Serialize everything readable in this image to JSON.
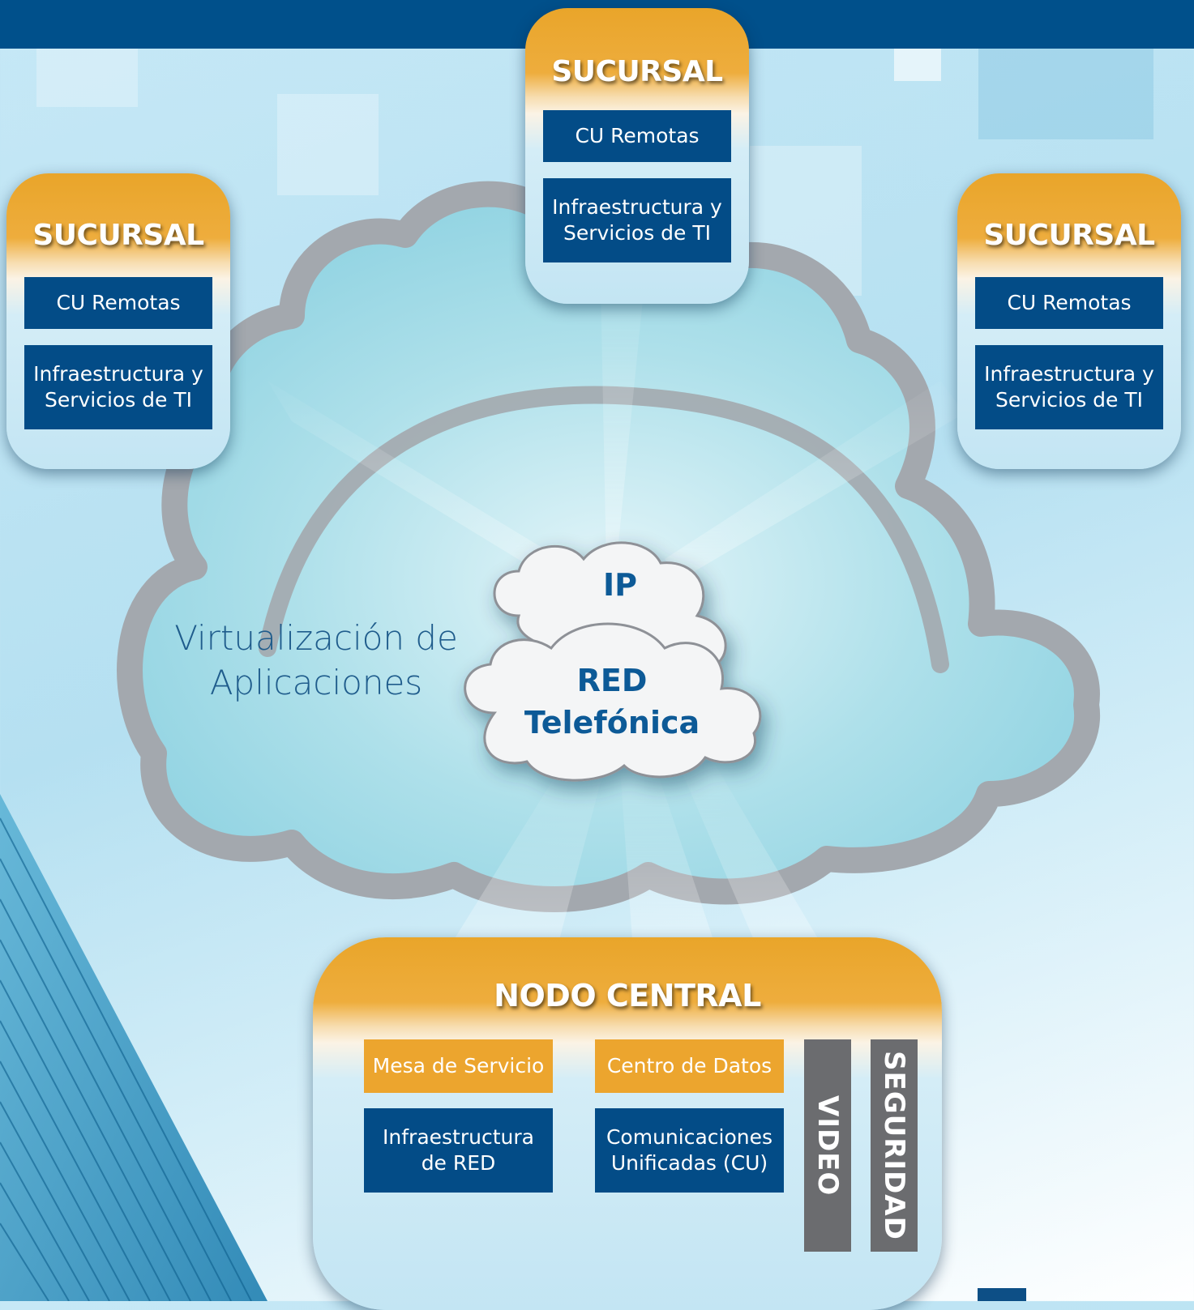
{
  "branches": [
    {
      "title": "SUCURSAL",
      "remote_label": "CU Remotas",
      "infra_label": "Infraestructura y Servicios de TI"
    },
    {
      "title": "SUCURSAL",
      "remote_label": "CU Remotas",
      "infra_label": "Infraestructura y Servicios de TI"
    },
    {
      "title": "SUCURSAL",
      "remote_label": "CU Remotas",
      "infra_label": "Infraestructura y Servicios de TI"
    }
  ],
  "cloud": {
    "virtualization_label": "Virtualización de Aplicaciones"
  },
  "network": {
    "ip_label": "IP",
    "red_label": "RED",
    "telefonica_label": "Telefónica"
  },
  "central_node": {
    "title": "NODO CENTRAL",
    "service_desk": "Mesa de Servicio",
    "data_center": "Centro de Datos",
    "network_infra": "Infraestructura de RED",
    "unified_comms": "Comunicaciones Unificadas (CU)",
    "video": "VIDEO",
    "security": "SEGURIDAD"
  },
  "colors": {
    "header": "#00508b",
    "box_blue": "#034c87",
    "accent_orange": "#eca52e",
    "bar_gray": "#6b6c6f",
    "cloud_outline": "#a9adb3",
    "cloud_fill": "#9fd9e6"
  }
}
